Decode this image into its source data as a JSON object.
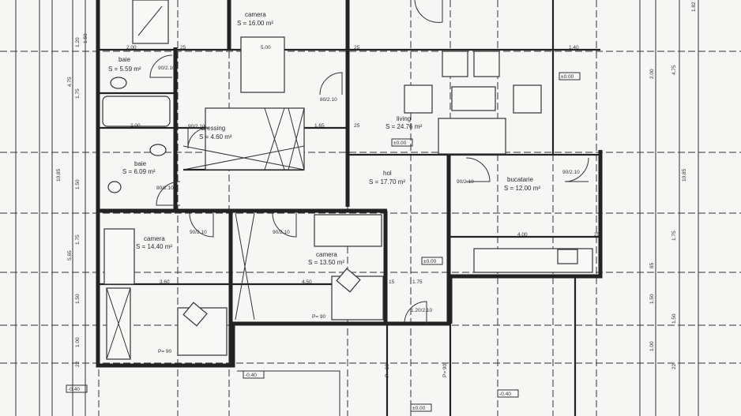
{
  "rooms": [
    {
      "name": "camera",
      "area": "S = 16.00 m²"
    },
    {
      "name": "baie",
      "area": "S = 5.59 m²"
    },
    {
      "name": "dressing",
      "area": "S = 4.60 m²"
    },
    {
      "name": "baie",
      "area": "S = 6.09 m²"
    },
    {
      "name": "living",
      "area": "S = 24.76 m²"
    },
    {
      "name": "hol",
      "area": "S = 17.70 m²"
    },
    {
      "name": "bucatarie",
      "area": "S = 12.00 m²"
    },
    {
      "name": "camera",
      "area": "S = 14.40 m²"
    },
    {
      "name": "camera",
      "area": "S = 13.50 m²"
    }
  ],
  "dimensions": {
    "top": [
      "2.00",
      "5.00",
      "1.40",
      "25",
      "25"
    ],
    "middle": [
      "2.00",
      "1.65",
      "25",
      "4.00",
      "25"
    ],
    "lower": [
      "3.60",
      "4.50",
      "1.75",
      "15"
    ],
    "doors": [
      "90/2.10",
      "80/2.10",
      "90/2.10",
      "80/2.10",
      "90/2.10",
      "90/2.10",
      "90/2.10",
      "90/2.10",
      "1.20/2.10"
    ],
    "left": [
      "4.75",
      "1.75",
      "1.50",
      "1.20",
      "10.85",
      "1.50",
      "5.65",
      "1.75",
      "1.50",
      "1.00",
      "22"
    ],
    "right": [
      "1.82",
      "2.00",
      "4.75",
      "10.85",
      "1.75",
      "85",
      "1.50",
      "1.50",
      "1.00",
      "22"
    ],
    "parapet": [
      "P= 90",
      "P= 90",
      "P= 90",
      "P= 90"
    ]
  },
  "levels": [
    "±0.00",
    "±0.00",
    "-0.40",
    "±0.00",
    "-0.40",
    "±0.00",
    "-0.40"
  ]
}
